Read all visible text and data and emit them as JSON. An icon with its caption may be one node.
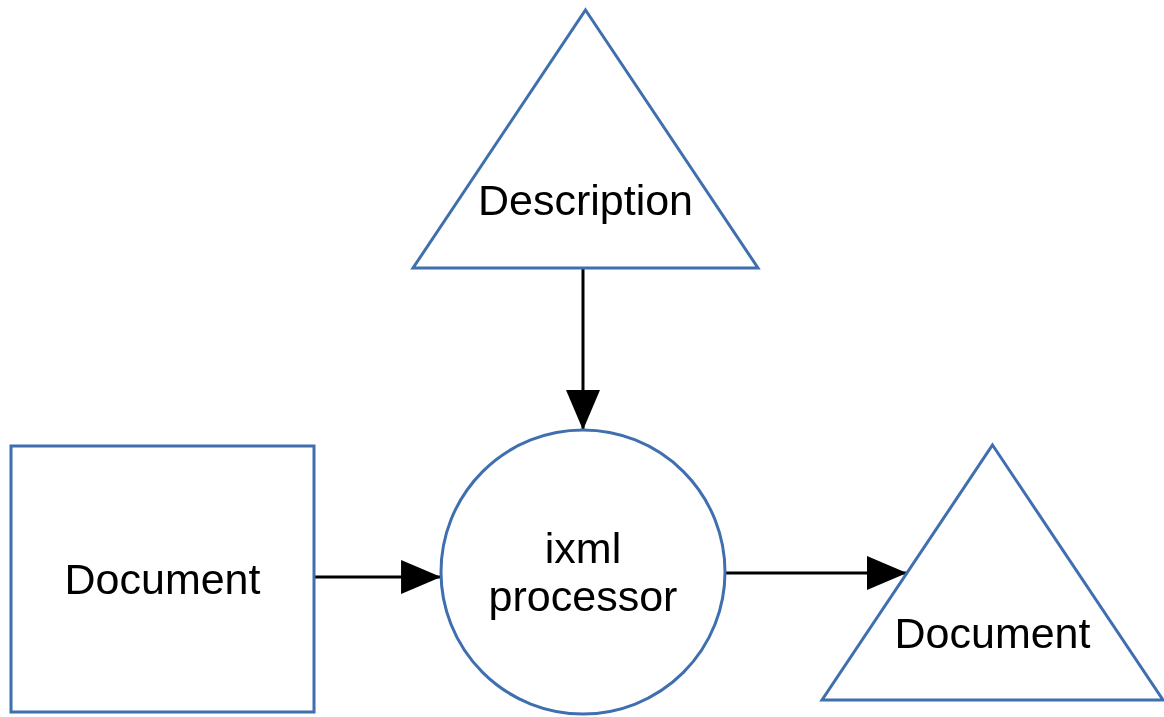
{
  "diagram": {
    "nodes": [
      {
        "text": [
          "Description"
        ]
      },
      {
        "text": [
          "Document"
        ]
      },
      {
        "text": [
          "ixml processor"
        ]
      },
      {
        "text": [
          "Document"
        ]
      }
    ],
    "edges": [
      {
        "from": 0,
        "to": 2,
        "arrow": "to"
      },
      {
        "from": 1,
        "to": 2,
        "arrow": "to"
      },
      {
        "from": 2,
        "to": 3,
        "arrow": "to"
      }
    ]
  }
}
